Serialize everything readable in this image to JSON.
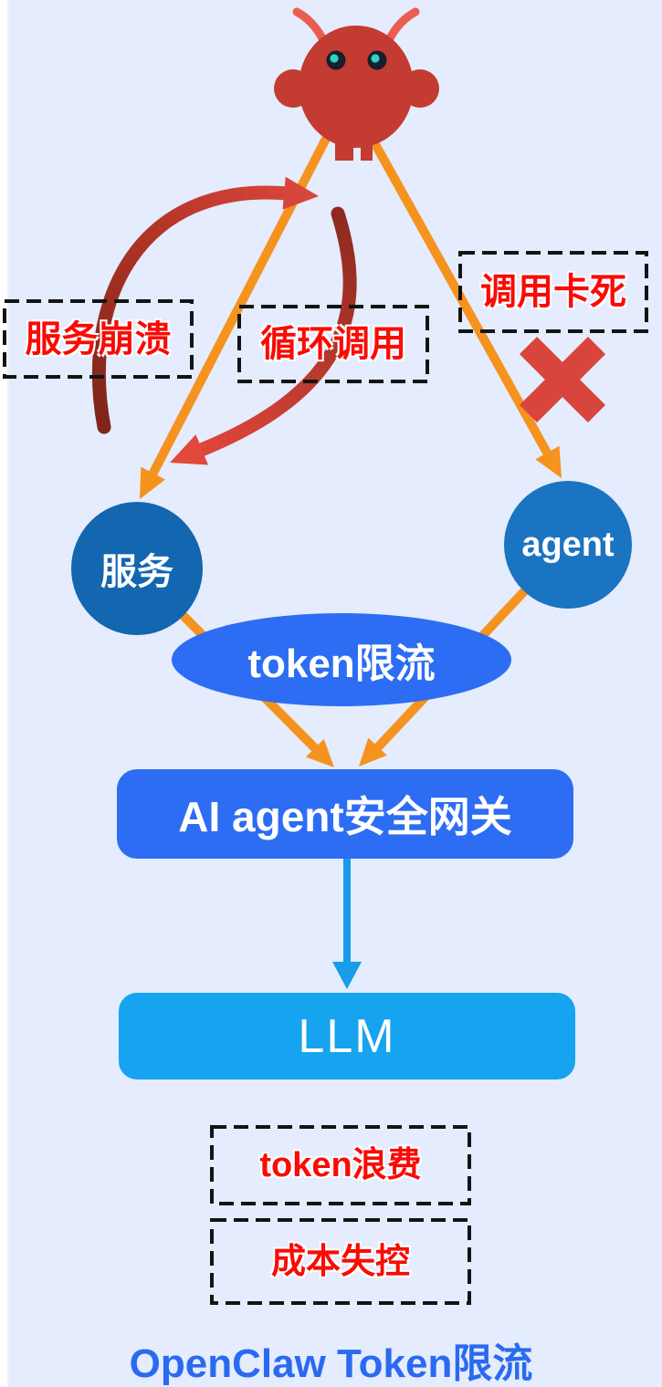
{
  "page": {
    "background": "#e4ecfd"
  },
  "colors": {
    "orange_arrow": "#f6921e",
    "loop_red_dark": "#7f251b",
    "loop_red_bright": "#d8453a",
    "bug_body": "#c43b31",
    "bug_antenna": "#ea5d50",
    "bug_eye": "#161f2b",
    "bug_pupil": "#2ed3c3",
    "x_mark": "#d9453c",
    "service_node": "#1366b0",
    "agent_node": "#1b74c1",
    "royal_blue": "#2d6df3",
    "llm_blue": "#16a3ef",
    "flow_arrow_blue": "#189ce9",
    "hazard_text": "#fa0b05",
    "dashed_border": "#141414",
    "footer_blue": "#2a6af0"
  },
  "labels": {
    "service_crash": "服务崩溃",
    "loop_call": "循环调用",
    "call_stuck": "调用卡死",
    "token_waste": "token浪费",
    "cost_overrun": "成本失控"
  },
  "nodes": {
    "service": "服务",
    "agent": "agent",
    "token_limit": "token限流",
    "gateway": "AI agent安全网关",
    "llm": "LLM"
  },
  "footer": {
    "title": "OpenClaw Token限流"
  },
  "icons": {
    "bug": "bug-icon",
    "x_mark": "x-mark-icon",
    "flow_arrows": "orange-flow-arrow",
    "loop_arrows": "red-cycle-arrow",
    "gateway_arrow": "blue-down-arrow"
  }
}
